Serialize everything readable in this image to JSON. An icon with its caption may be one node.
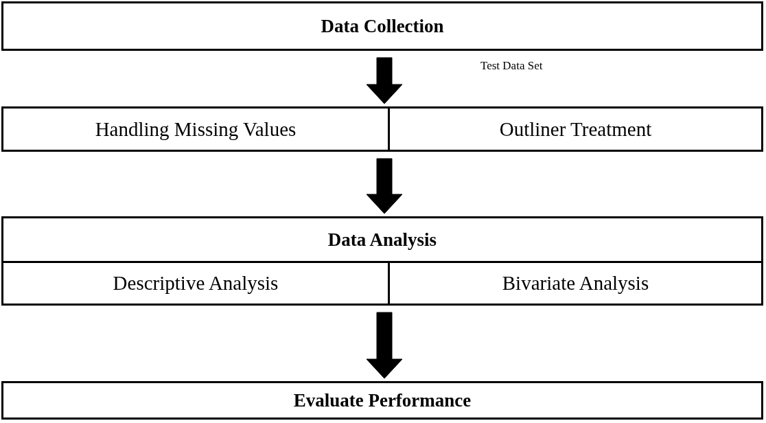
{
  "diagram": {
    "nodes": [
      {
        "text": [
          "Data Collection"
        ]
      },
      {
        "text": [],
        "shape": "box"
      },
      {
        "text": [
          "Handling Missing Values"
        ],
        "in": 1
      },
      {
        "text": [
          "Outliner Treatment"
        ],
        "in": 1
      },
      {
        "text": [
          "Data Analysis"
        ]
      },
      {
        "text": [
          "Descriptive Analysis"
        ],
        "in": 4
      },
      {
        "text": [
          "Bivariate Analysis"
        ],
        "in": 4
      },
      {
        "text": [
          "Evaluate Performance"
        ]
      }
    ],
    "edges": [
      {
        "from": 0,
        "to": 1,
        "arrow": "to",
        "style": "thick"
      },
      {
        "from": 1,
        "to": 4,
        "arrow": "to",
        "style": "thick"
      },
      {
        "from": 4,
        "to": 7,
        "arrow": "to",
        "style": "thick"
      }
    ],
    "labels": [
      "Test Data Set"
    ]
  }
}
